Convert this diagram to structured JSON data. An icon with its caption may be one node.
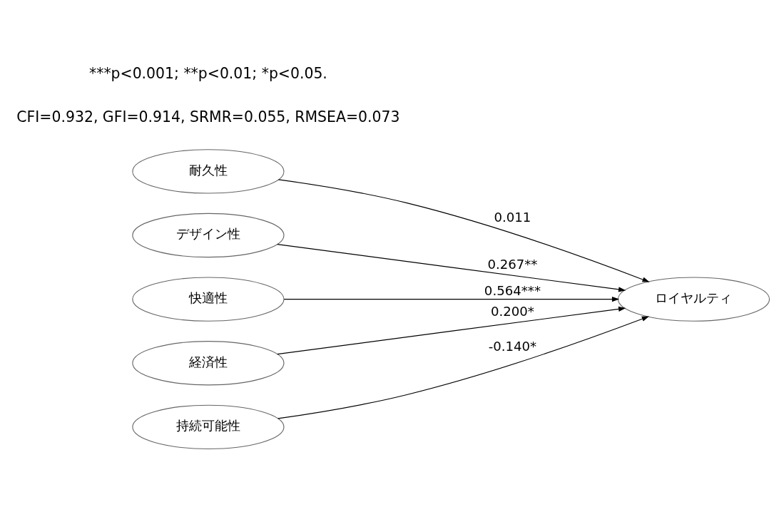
{
  "diagram": {
    "nodes": [
      {
        "text": [
          "耐久性"
        ]
      },
      {
        "text": [
          "デザイン性"
        ]
      },
      {
        "text": [
          "快適性"
        ]
      },
      {
        "text": [
          "経済性"
        ]
      },
      {
        "text": [
          "持続可能性"
        ]
      },
      {
        "text": [
          "ロイヤルティ"
        ]
      }
    ],
    "edges": [
      {
        "from": 0,
        "to": 5,
        "arrow": "to",
        "label": "0.011"
      },
      {
        "from": 1,
        "to": 5,
        "arrow": "to",
        "label": "0.267**"
      },
      {
        "from": 2,
        "to": 5,
        "arrow": "to",
        "label": "0.564***"
      },
      {
        "from": 3,
        "to": 5,
        "arrow": "to",
        "label": "0.200*"
      },
      {
        "from": 4,
        "to": 5,
        "arrow": "to",
        "label": "-0.140*"
      }
    ],
    "labels": [
      "CFI=0.932, GFI=0.914, SRMR=0.055, RMSEA=0.073",
      "***p<0.001; **p<0.01; *p<0.05."
    ]
  }
}
